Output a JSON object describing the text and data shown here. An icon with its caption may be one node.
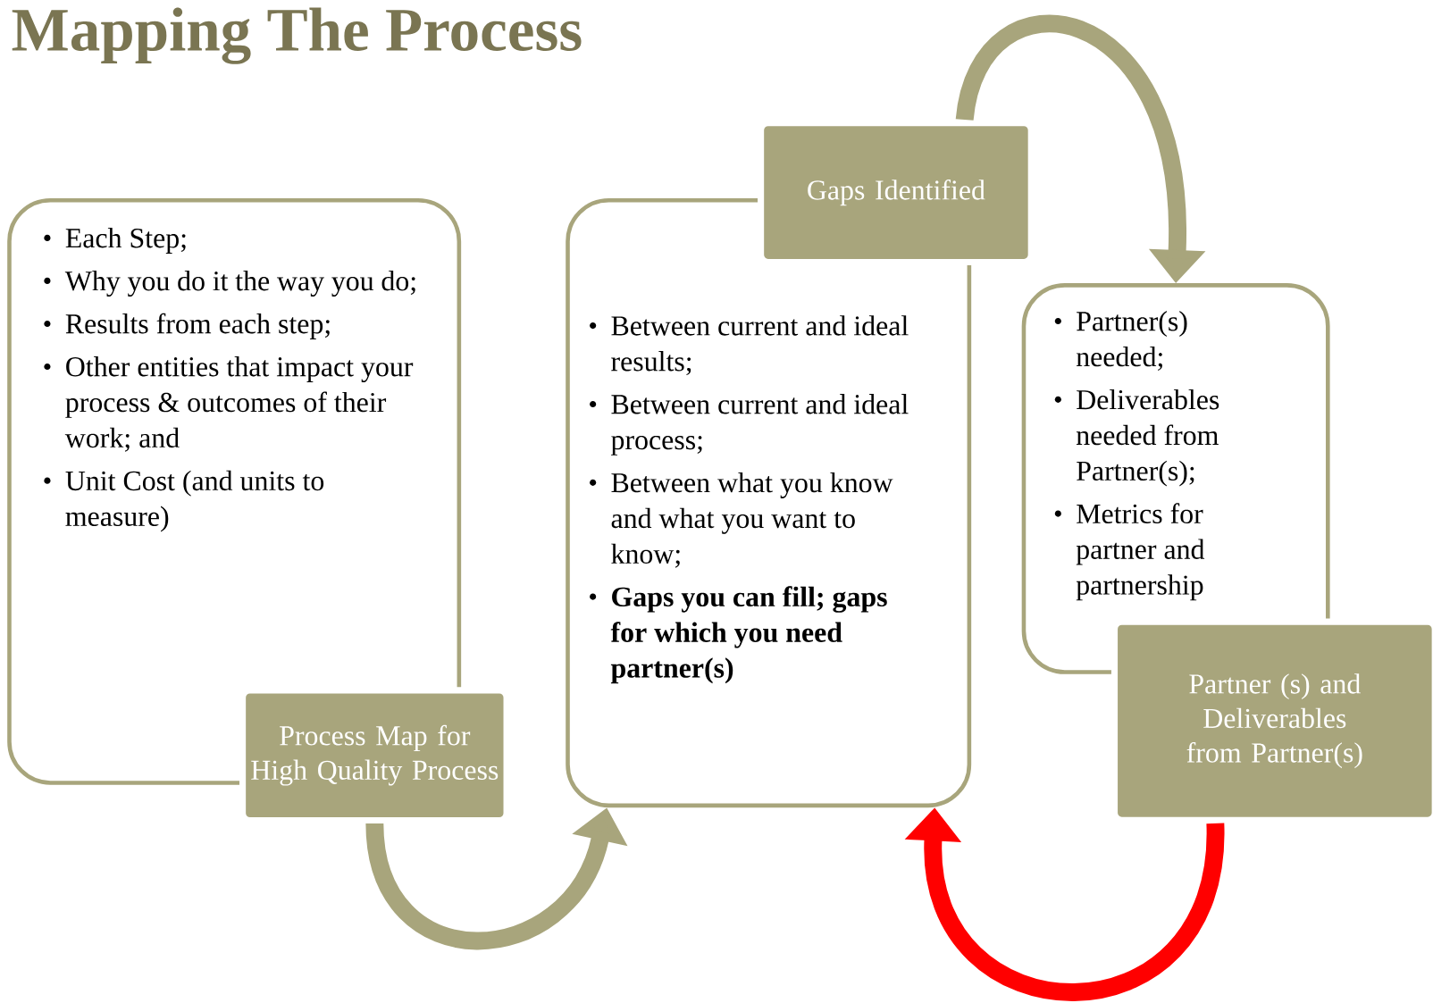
{
  "diagram": {
    "title": "Mapping The Process",
    "nodes": [
      {
        "text": [
          "Each Step;",
          "Why you do it the way you do;",
          "Results from each step;",
          "Other entities that impact your process & outcomes of their work; and",
          "Unit Cost (and units to measure)"
        ]
      },
      {
        "text": [
          "Process Map for High Quality Process"
        ]
      },
      {
        "text": [
          "Between current and ideal results;",
          "Between current and ideal process;",
          "Between what you know and what you want to know;",
          "Gaps you can fill; gaps for which you need partner(s)"
        ]
      },
      {
        "text": [
          "Gaps Identified"
        ]
      },
      {
        "text": [
          "Partner(s) needed;",
          "Deliverables needed from Partner(s);",
          "Metrics for partner and partnership"
        ]
      },
      {
        "text": [
          "Partner (s) and Deliverables from Partner(s)"
        ]
      }
    ],
    "edges": [
      {
        "from": 1,
        "to": 2,
        "arrow": "to"
      },
      {
        "from": 3,
        "to": 4,
        "arrow": "to"
      },
      {
        "from": 5,
        "to": 2,
        "arrow": "to",
        "color": "#ff0000"
      }
    ]
  }
}
